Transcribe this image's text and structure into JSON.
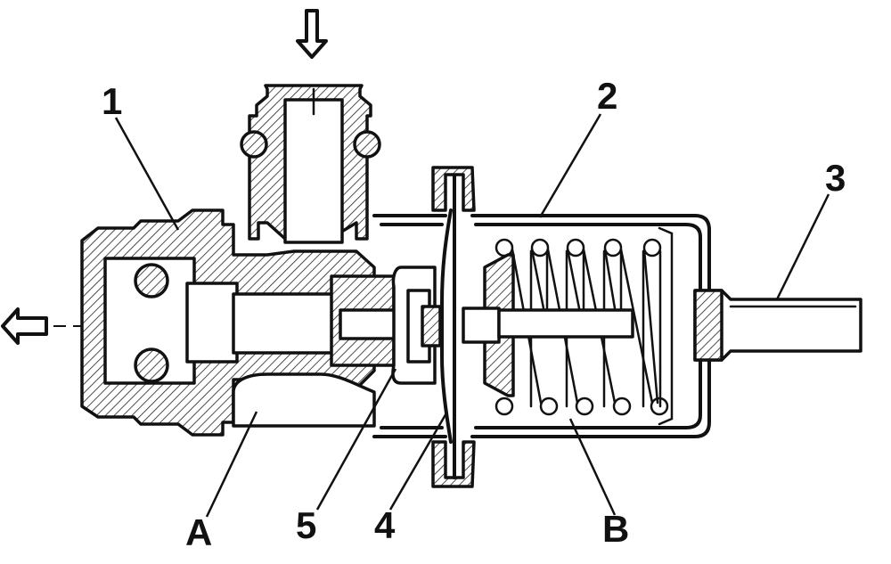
{
  "labels": {
    "part_1": "1",
    "part_2": "2",
    "part_3": "3",
    "part_4": "4",
    "part_5": "5",
    "chamber_a": "A",
    "chamber_b": "B"
  },
  "icons": {
    "inlet": "arrow-down-icon",
    "outlet": "arrow-left-icon"
  }
}
